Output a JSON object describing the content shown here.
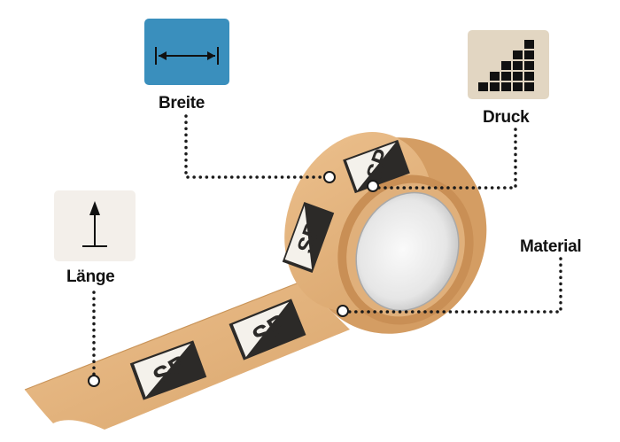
{
  "labels": {
    "breite": "Breite",
    "druck": "Druck",
    "laenge": "Länge",
    "material": "Material"
  },
  "tape_print": "SP",
  "icons": {
    "breite": "width-arrows-icon",
    "druck": "print-stairs-icon",
    "laenge": "length-arrow-icon"
  },
  "colors": {
    "breite_icon_bg": "#3a8fbd",
    "druck_icon_bg": "#e2d6c2",
    "laenge_icon_bg": "#f3efea",
    "tape": "#e4b47c",
    "print_dark": "#2c2a28",
    "dots": "#1a1a1a"
  }
}
